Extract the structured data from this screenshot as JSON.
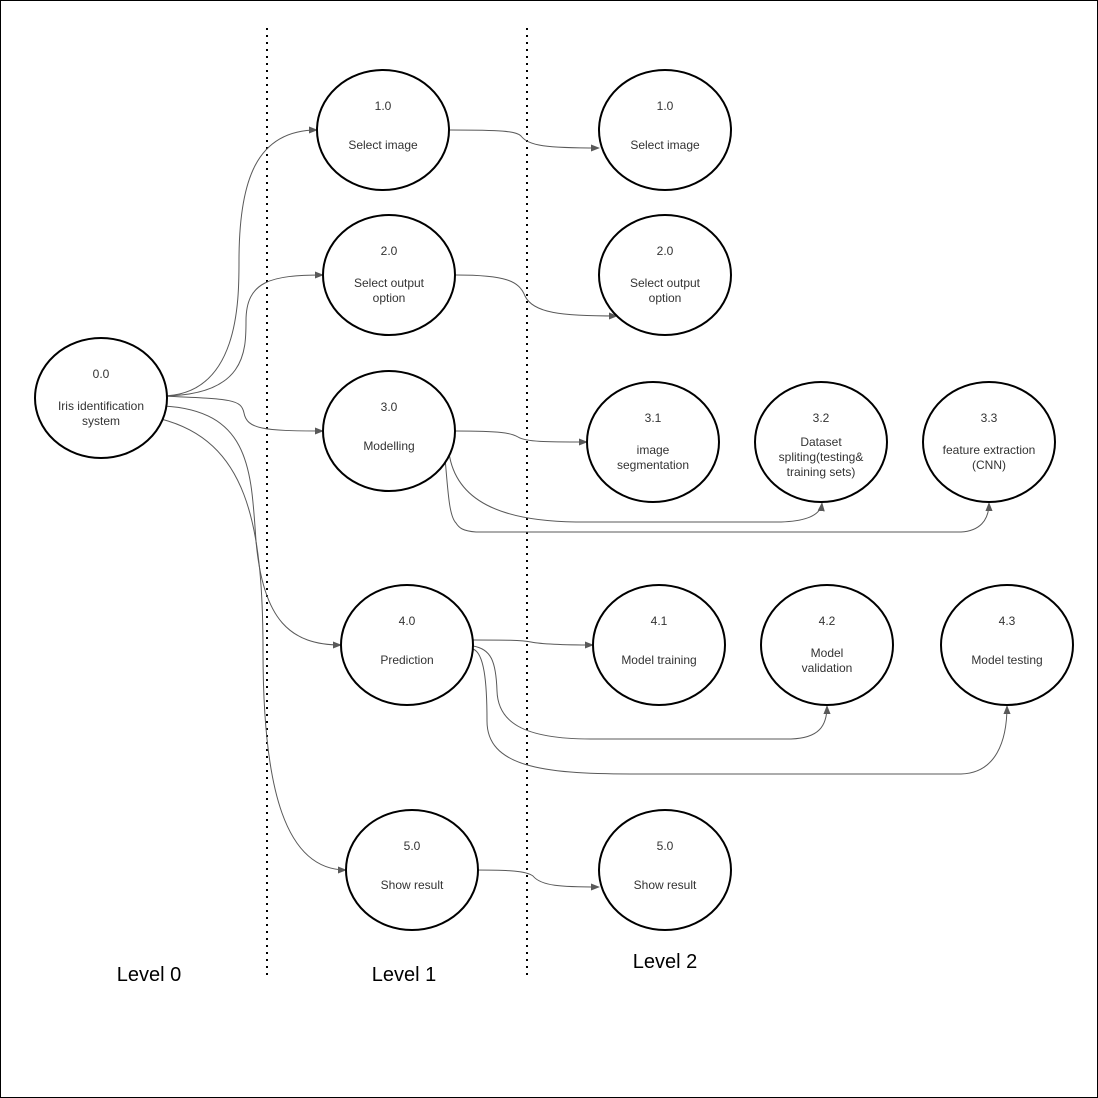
{
  "diagram": {
    "nodes": [
      {
        "id": "n00",
        "number": "0.0",
        "lines": [
          "Iris identification",
          "system"
        ]
      },
      {
        "id": "n10",
        "number": "1.0",
        "lines": [
          "Select image"
        ]
      },
      {
        "id": "n20",
        "number": "2.0",
        "lines": [
          "Select output",
          "option"
        ]
      },
      {
        "id": "n30",
        "number": "3.0",
        "lines": [
          "Modelling"
        ]
      },
      {
        "id": "n40",
        "number": "4.0",
        "lines": [
          "Prediction"
        ]
      },
      {
        "id": "n50",
        "number": "5.0",
        "lines": [
          "Show result"
        ]
      },
      {
        "id": "n10b",
        "number": "1.0",
        "lines": [
          "Select image"
        ]
      },
      {
        "id": "n20b",
        "number": "2.0",
        "lines": [
          "Select output",
          "option"
        ]
      },
      {
        "id": "n31",
        "number": "3.1",
        "lines": [
          "image",
          "segmentation"
        ]
      },
      {
        "id": "n32",
        "number": "3.2",
        "lines": [
          "Dataset",
          "spliting(testing&",
          "training sets)"
        ]
      },
      {
        "id": "n33",
        "number": "3.3",
        "lines": [
          "feature extraction",
          "(CNN)"
        ]
      },
      {
        "id": "n41",
        "number": "4.1",
        "lines": [
          "Model training"
        ]
      },
      {
        "id": "n42",
        "number": "4.2",
        "lines": [
          "Model",
          "validation"
        ]
      },
      {
        "id": "n43",
        "number": "4.3",
        "lines": [
          "Model testing"
        ]
      },
      {
        "id": "n50b",
        "number": "5.0",
        "lines": [
          "Show result"
        ]
      }
    ],
    "edges": [
      {
        "from": "n00",
        "to": "n10"
      },
      {
        "from": "n00",
        "to": "n20"
      },
      {
        "from": "n00",
        "to": "n30"
      },
      {
        "from": "n00",
        "to": "n40"
      },
      {
        "from": "n00",
        "to": "n50"
      },
      {
        "from": "n10",
        "to": "n10b"
      },
      {
        "from": "n20",
        "to": "n20b"
      },
      {
        "from": "n30",
        "to": "n31"
      },
      {
        "from": "n30",
        "to": "n32"
      },
      {
        "from": "n30",
        "to": "n33"
      },
      {
        "from": "n40",
        "to": "n41"
      },
      {
        "from": "n40",
        "to": "n42"
      },
      {
        "from": "n40",
        "to": "n43"
      },
      {
        "from": "n50",
        "to": "n50b"
      }
    ],
    "levels": [
      "Level 0",
      "Level 1",
      "Level 2"
    ],
    "colors": {
      "node_stroke": "#000000",
      "edge": "#595959",
      "text": "#333333",
      "background": "#ffffff"
    }
  }
}
